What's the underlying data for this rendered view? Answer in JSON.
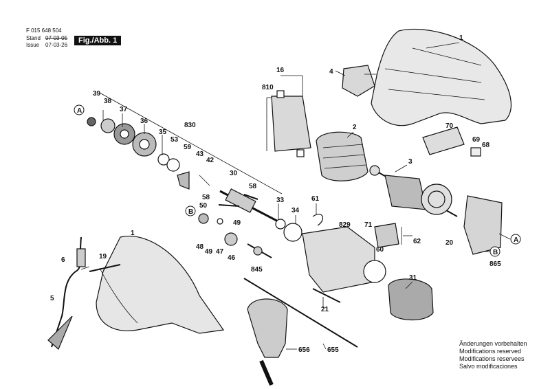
{
  "header": {
    "part_number": "F 015 648 504",
    "stand_label": "Stand",
    "stand_value": "07-03-05",
    "issue_label": "Issue",
    "issue_value": "07-03-26",
    "figure_label": "Fig./Abb. 1"
  },
  "notes": [
    "Änderungen vorbehalten",
    "Modifications reserved",
    "Modifications reservees",
    "Salvo modificaciones"
  ],
  "callouts": {
    "c1a": "1",
    "c1b": "1",
    "c2": "2",
    "c3": "3",
    "c4": "4",
    "c5": "5",
    "c6": "6",
    "c16": "16",
    "c19": "19",
    "c20": "20",
    "c21": "21",
    "c30": "30",
    "c31": "31",
    "c33": "33",
    "c34": "34",
    "c35": "35",
    "c36": "36",
    "c37": "37",
    "c38": "38",
    "c39": "39",
    "c42": "42",
    "c43": "43",
    "c46": "46",
    "c47": "47",
    "c48": "48",
    "c49a": "49",
    "c49b": "49",
    "c50": "50",
    "c53": "53",
    "c58a": "58",
    "c58b": "58",
    "c59": "59",
    "c60": "60",
    "c61": "61",
    "c62": "62",
    "c68": "68",
    "c69": "69",
    "c70": "70",
    "c71": "71",
    "c810": "810",
    "c829": "829",
    "c830": "830",
    "c845": "845",
    "c865": "865",
    "c655": "655",
    "c656": "656",
    "refA1": "A",
    "refA2": "A",
    "refB1": "B",
    "refB2": "B"
  }
}
